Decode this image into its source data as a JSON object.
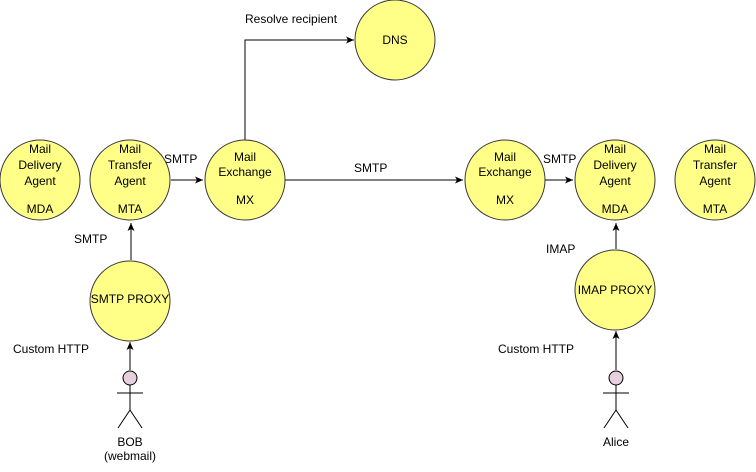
{
  "colors": {
    "node_fill": "#ffff88",
    "node_stroke": "#36393d",
    "actor_head": "#e6d0de",
    "edge": "#000000"
  },
  "nodes": {
    "mda_left": {
      "lines": [
        "Mail",
        "Delivery",
        "Agent",
        "",
        "MDA"
      ]
    },
    "mta_left": {
      "lines": [
        "Mail",
        "Transfer",
        "Agent",
        "",
        "MTA"
      ]
    },
    "mx_left": {
      "lines": [
        "Mail",
        "Exchange",
        "",
        "MX"
      ]
    },
    "dns": {
      "lines": [
        "DNS"
      ]
    },
    "mx_right": {
      "lines": [
        "Mail",
        "Exchange",
        "",
        "MX"
      ]
    },
    "mda_right": {
      "lines": [
        "Mail",
        "Delivery",
        "Agent",
        "",
        "MDA"
      ]
    },
    "mta_right": {
      "lines": [
        "Mail",
        "Transfer",
        "Agent",
        "",
        "MTA"
      ]
    },
    "smtp_proxy": {
      "lines": [
        "SMTP PROXY"
      ]
    },
    "imap_proxy": {
      "lines": [
        "IMAP PROXY"
      ]
    }
  },
  "actors": {
    "bob": {
      "lines": [
        "BOB",
        "(webmail)"
      ]
    },
    "alice": {
      "lines": [
        "Alice"
      ]
    }
  },
  "edge_labels": {
    "resolve_recipient": "Resolve recipient",
    "smtp_mta_mx": "SMTP",
    "smtp_mx_mx": "SMTP",
    "smtp_mx_mda": "SMTP",
    "smtp_proxy_mta": "SMTP",
    "imap_proxy_mda": "IMAP",
    "custom_http_bob": "Custom HTTP",
    "custom_http_alice": "Custom HTTP"
  }
}
